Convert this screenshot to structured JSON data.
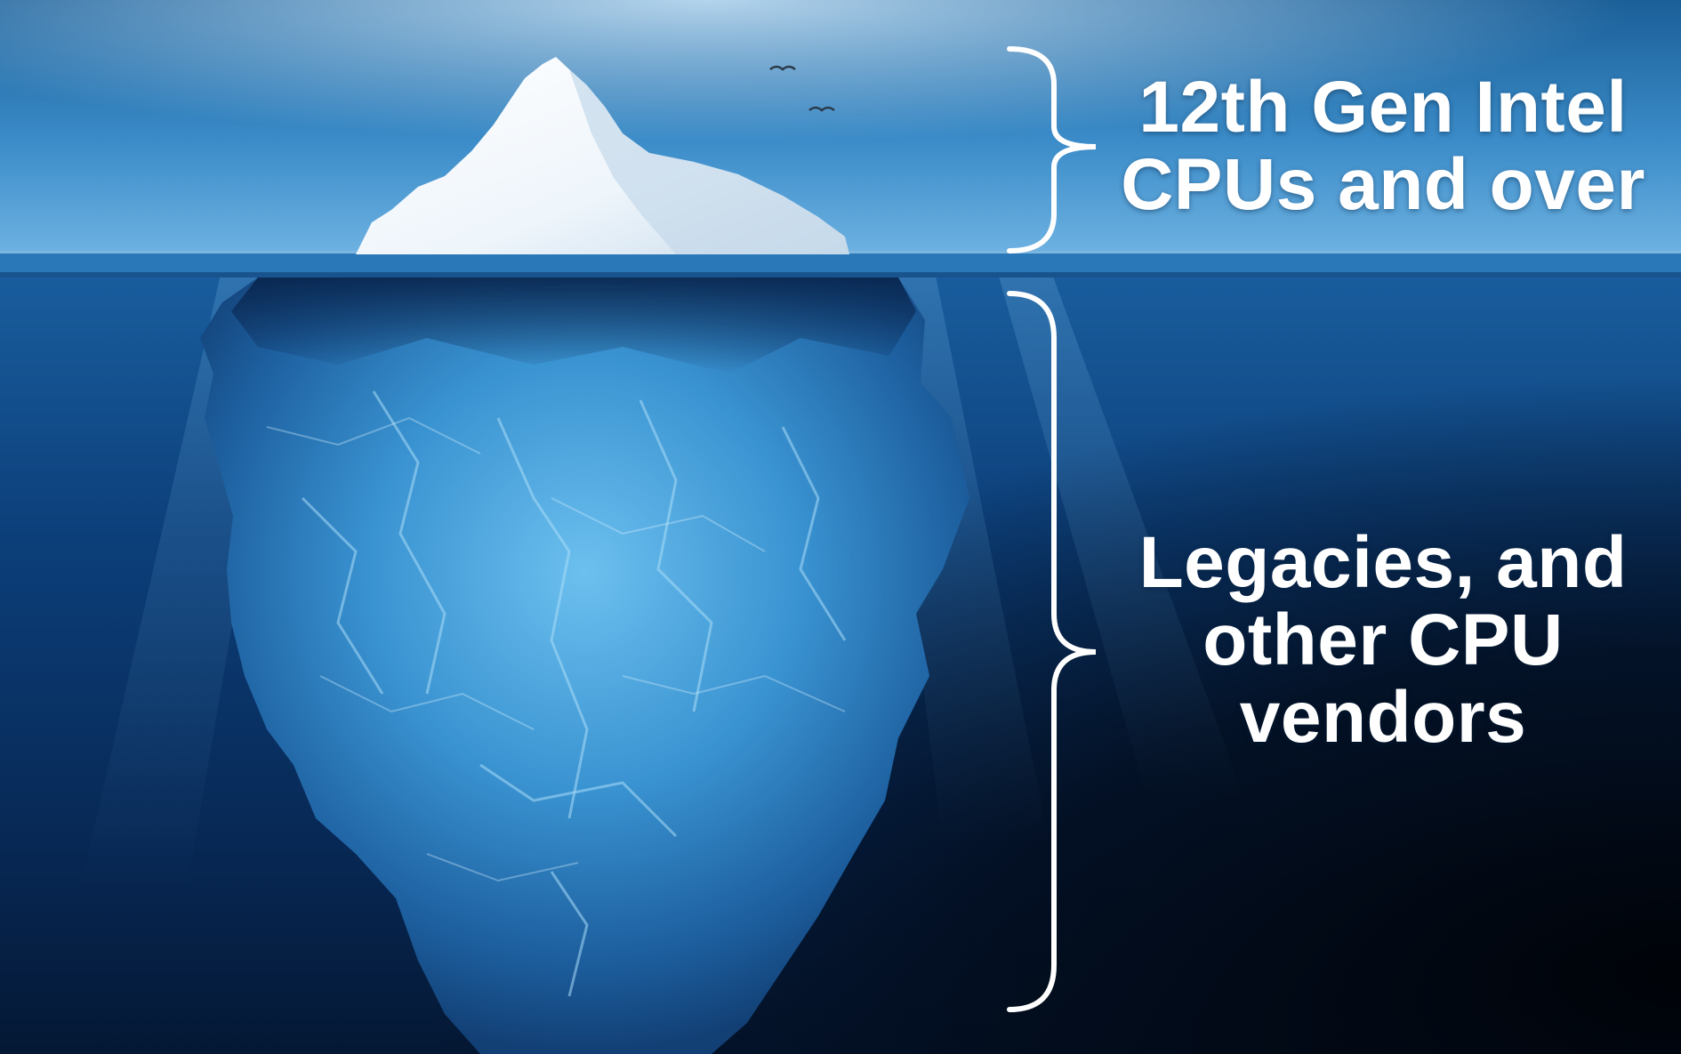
{
  "labels": {
    "above_water": {
      "line1": "12th Gen Intel",
      "line2": "CPUs and over"
    },
    "below_water": {
      "line1": "Legacies, and",
      "line2": "other CPU",
      "line3": "vendors"
    }
  },
  "colors": {
    "sky_top": "#1f6aa6",
    "sky_horizon": "#5fa8dc",
    "water_surface": "#1d6fb0",
    "deep_water": "#061a3a",
    "abyss": "#01060f",
    "ice_tip": "#f4f8fc",
    "ice_submerged": "#3f9ad6",
    "label_text": "#ffffff",
    "bracket": "#ffffff"
  },
  "icons": [
    "birds-icon",
    "bracket-icon"
  ]
}
